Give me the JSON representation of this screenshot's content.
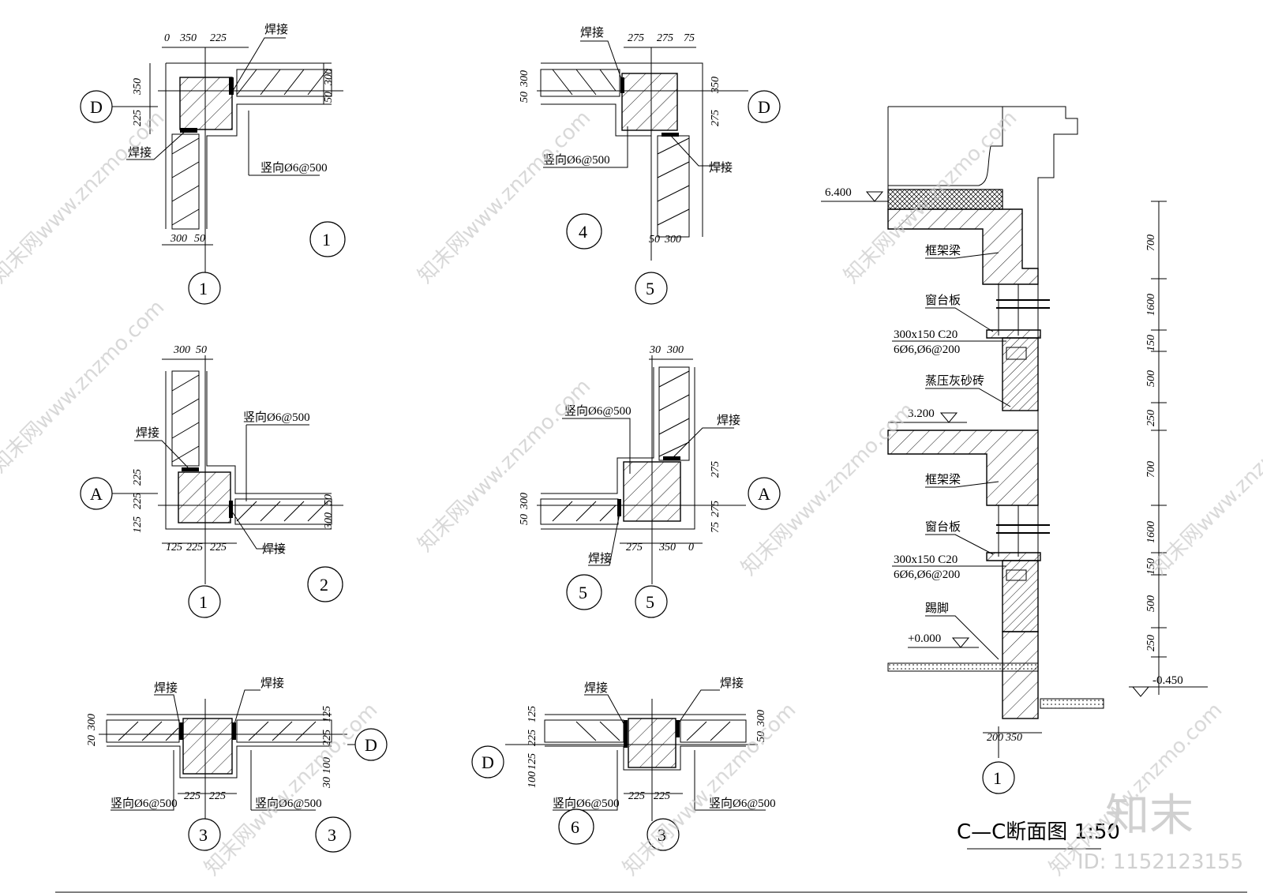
{
  "details": {
    "d1": {
      "dims_top": [
        "0",
        "350",
        "225"
      ],
      "dims_left": [
        "350",
        "225"
      ],
      "dims_right": [
        "50",
        "300"
      ],
      "dims_bottom": [
        "300",
        "50"
      ],
      "label_weld": "焊接",
      "label_bar": "竖向Ø6@500",
      "axis_row": "D",
      "axis_col": "1",
      "index": "1"
    },
    "d4": {
      "dims_top": [
        "275",
        "275",
        "75"
      ],
      "dims_left": [
        "50",
        "300"
      ],
      "dims_right": [
        "350",
        "275"
      ],
      "dims_bottom": [
        "50",
        "300"
      ],
      "label_weld_top": "焊接",
      "label_weld_bottom": "焊接",
      "label_bar": "竖向Ø6@500",
      "axis_row": "D",
      "axis_col": "5",
      "index": "4"
    },
    "d2": {
      "dims_top": [
        "300",
        "50"
      ],
      "dims_left": [
        "225",
        "225",
        "125"
      ],
      "dims_right": [
        "50",
        "300"
      ],
      "dims_bottom": [
        "125",
        "225",
        "225"
      ],
      "label_weld_top": "焊接",
      "label_weld_bottom": "焊接",
      "label_bar": "竖向Ø6@500",
      "axis_row": "A",
      "axis_col": "1",
      "index": "2"
    },
    "d5": {
      "dims_top": [
        "30",
        "300"
      ],
      "dims_left": [
        "50",
        "300"
      ],
      "dims_right": [
        "275",
        "275",
        "75"
      ],
      "dims_bottom": [
        "275",
        "350",
        "0"
      ],
      "label_weld_top": "焊接",
      "label_weld_bottom": "焊接",
      "label_bar": "竖向Ø6@500",
      "axis_row": "A",
      "axis_col": "5",
      "index": "5"
    },
    "d3": {
      "dims_left": [
        "20",
        "300"
      ],
      "dims_right": [
        "125",
        "225",
        "100",
        "30"
      ],
      "dims_bottom": [
        "225",
        "225"
      ],
      "label_weld_left": "焊接",
      "label_weld_right": "焊接",
      "label_bar_left": "竖向Ø6@500",
      "label_bar_right": "竖向Ø6@500",
      "axis_row": "D",
      "axis_col": "3",
      "index": "3"
    },
    "d6": {
      "dims_left": [
        "125",
        "225",
        "125",
        "100"
      ],
      "dims_right": [
        "50",
        "300"
      ],
      "dims_bottom": [
        "225",
        "225"
      ],
      "label_weld_left": "焊接",
      "label_weld_right": "焊接",
      "label_bar_left": "竖向Ø6@500",
      "label_bar_right": "竖向Ø6@500",
      "axis_row": "D",
      "axis_col": "3",
      "index": "6"
    }
  },
  "section": {
    "elev_top": "6.400",
    "elev_mid": "3.200",
    "elev_floor": "+0.000",
    "elev_ground": "-0.450",
    "label_beam_1": "框架梁",
    "label_sill_1": "窗台板",
    "label_spec_1a": "300x150  C20",
    "label_spec_1b": "6Ø6,Ø6@200",
    "label_brick": "蒸压灰砂砖",
    "label_beam_2": "框架梁",
    "label_sill_2": "窗台板",
    "label_spec_2a": "300x150  C20",
    "label_spec_2b": "6Ø6,Ø6@200",
    "label_skirting": "踢脚",
    "dims_vertical": [
      "700",
      "1600",
      "150",
      "500",
      "250",
      "700",
      "1600",
      "150",
      "500",
      "250"
    ],
    "dims_bottom": [
      "200",
      "350"
    ],
    "axis_col": "1",
    "title": "C—C断面图 1:50"
  },
  "watermark": {
    "repeat_text": "知末网www.znzmo.com",
    "brand": "知末",
    "id_text": "ID: 1152123155"
  }
}
